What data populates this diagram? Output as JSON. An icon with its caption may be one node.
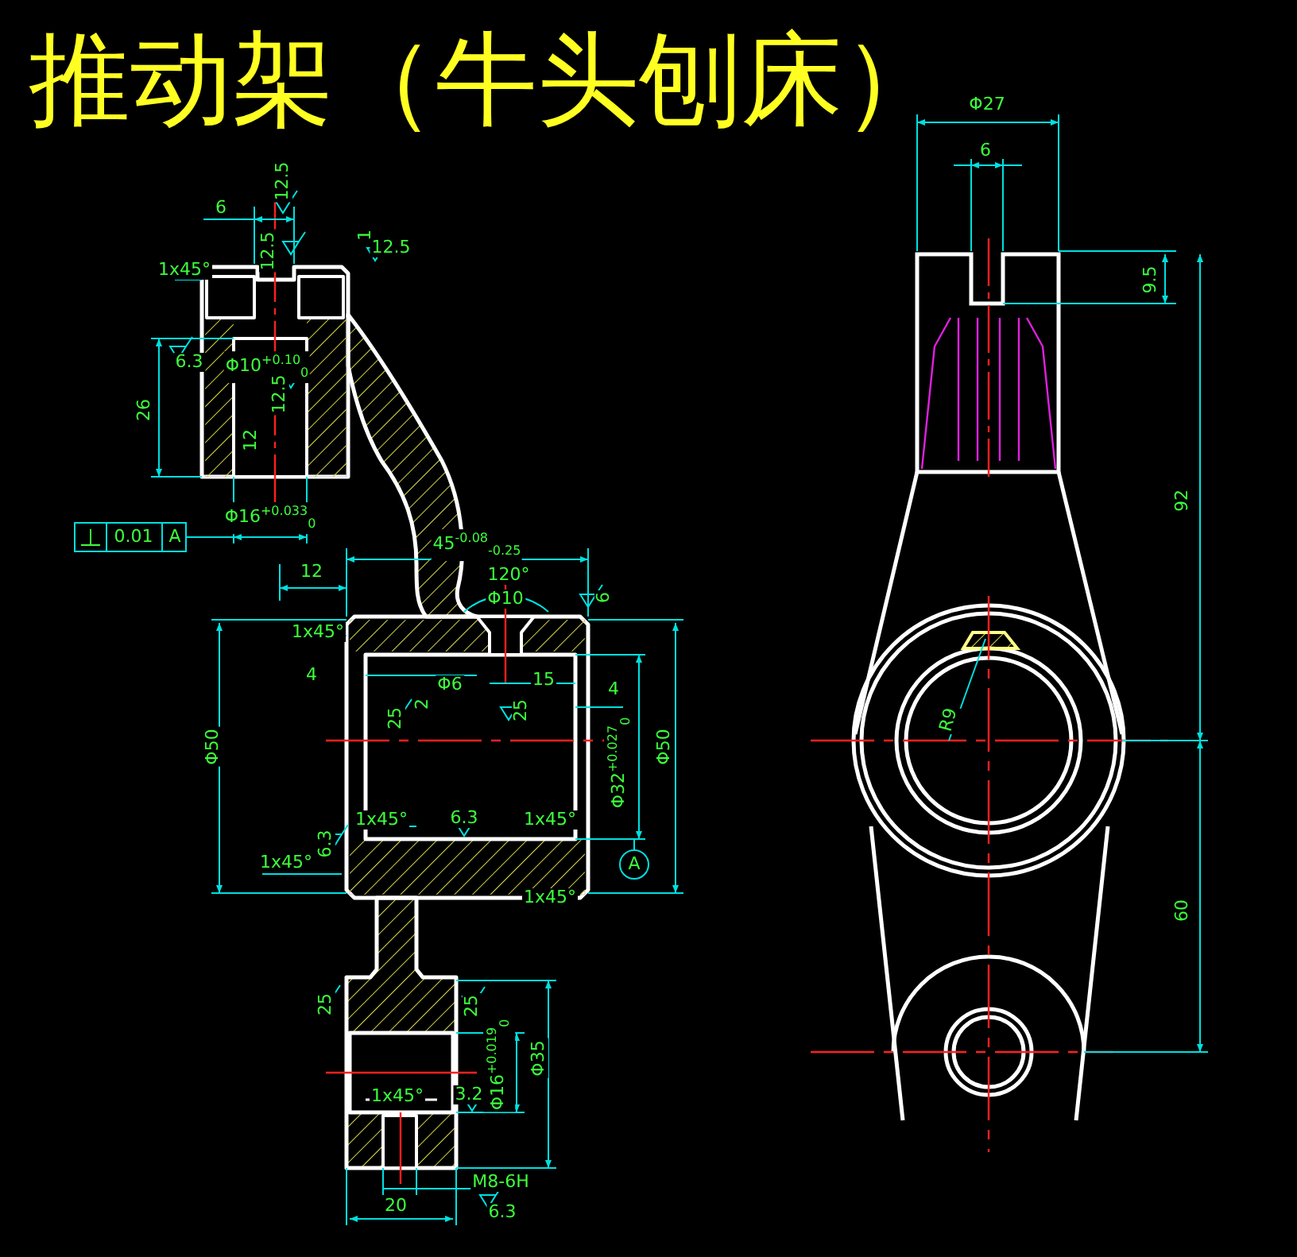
{
  "diagram": {
    "title": "推动架（牛头刨床）",
    "labels": [
      "6",
      "12.5",
      "12.5",
      "1",
      "12.5",
      "1x45°",
      "6.3",
      "26",
      "Φ10$^{+0.10}$$_{0}$",
      "12.5",
      "12",
      "Φ16$^{+0.033}$$_{0}$",
      "0.01",
      "A",
      "12",
      "45$^{-0.08}$$_{-0.25}$",
      "120°",
      "Φ10",
      "6",
      "1x45°",
      "4",
      "Φ6",
      "15",
      "2",
      "25",
      "25",
      "4",
      "Φ32$^{+0.027}$$_{0}$",
      "Φ50",
      "Φ50",
      "1x45°",
      "6.3",
      "1x45°",
      "6.3",
      "1x45°",
      "A",
      "1x45°",
      "25",
      "25",
      "Φ16$^{+0.019}$$_{0}$",
      "Φ35",
      "1x45°",
      "3.2",
      "M8-6H",
      "6.3",
      "20",
      "Φ27",
      "6",
      "9.5",
      "92",
      "R9",
      "60"
    ]
  }
}
